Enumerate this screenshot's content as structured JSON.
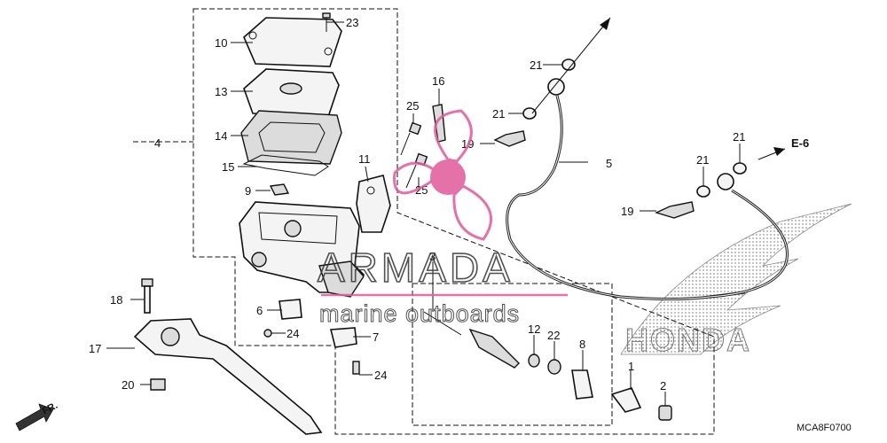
{
  "diagram": {
    "part_labels": [
      "1",
      "2",
      "3",
      "4",
      "5",
      "6",
      "7",
      "8",
      "9",
      "10",
      "11",
      "12",
      "13",
      "14",
      "15",
      "16",
      "17",
      "18",
      "19",
      "19",
      "20",
      "21",
      "21",
      "21",
      "21",
      "22",
      "23",
      "24",
      "24",
      "25",
      "25"
    ],
    "reference_label": "E-6",
    "front_label": "FR.",
    "drawing_code": "MCA8F0700"
  },
  "watermark": {
    "brand": "ARMADA",
    "tagline": "marine outboards",
    "accent_color": "#e05a9b"
  },
  "logo": {
    "text": "HONDA"
  }
}
